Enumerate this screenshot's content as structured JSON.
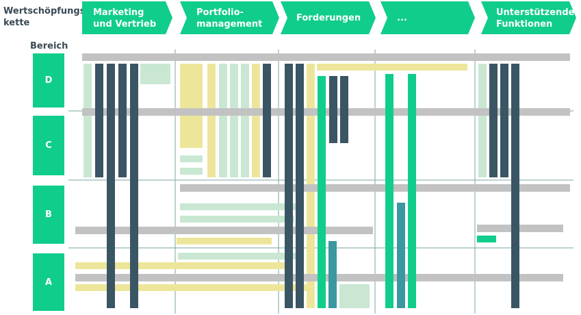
{
  "header": {
    "title_lines": [
      "Wertschöpfungs-",
      "kette"
    ],
    "stages": [
      {
        "lines": [
          "Marketing",
          "und Vertrieb"
        ]
      },
      {
        "lines": [
          "Portfolio-",
          "management"
        ]
      },
      {
        "lines": [
          "Forderungen",
          ""
        ]
      },
      {
        "lines": [
          "...",
          ""
        ]
      },
      {
        "lines": [
          "Unterstützende",
          "Funktionen"
        ]
      }
    ]
  },
  "areas": {
    "label": "Bereich",
    "items": [
      "D",
      "C",
      "B",
      "A"
    ]
  },
  "colors": {
    "accent_green": "#10cd8b",
    "dark_slate": "#3a5564",
    "light_green": "#c9e7d2",
    "pale_yellow": "#ede69a",
    "gray": "#c2c2c2",
    "teal": "#3b97a0",
    "grid_line": "#7aa6a2"
  }
}
